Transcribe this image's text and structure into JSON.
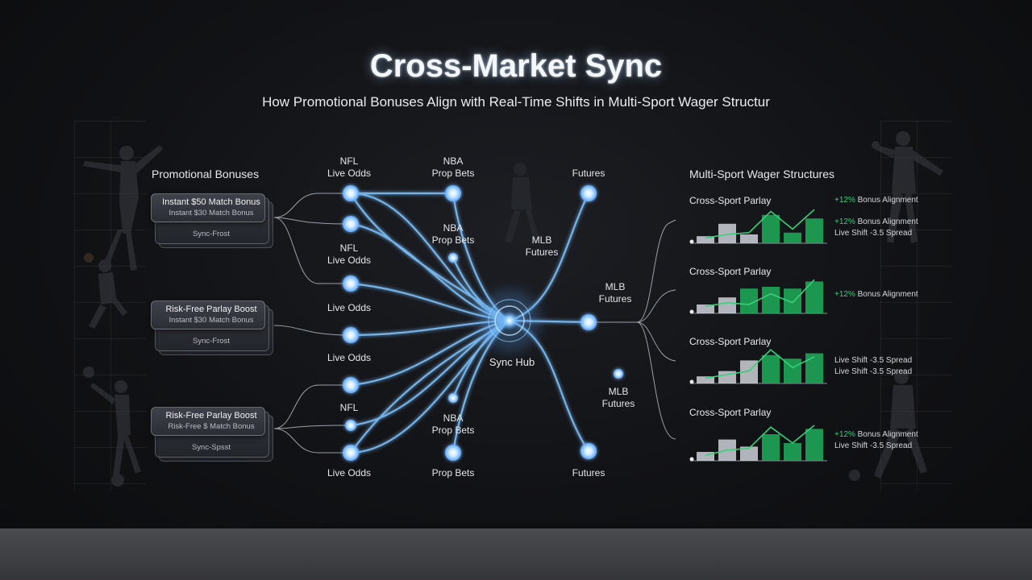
{
  "header": {
    "title": "Cross-Market Sync",
    "subtitle": "How Promotional Bonuses Align with Real-Time Shifts in Multi-Sport Wager Structur"
  },
  "colors": {
    "background": "#111215",
    "glow_blue": "#7fc4ff",
    "bar_white": "#d9dde3",
    "bar_green": "#1fae5b",
    "accent_green": "#38d07a"
  },
  "promotional_bonuses": {
    "heading": "Promotional Bonuses",
    "cards": [
      {
        "title": "Instant $50 Match Bonus",
        "line2": "Instant $30 Match Bonus",
        "line3": "Sync-Frost"
      },
      {
        "title": "Risk-Free Parlay Boost",
        "line2": "Instant $30 Match Bonus",
        "line3": "Sync-Frost"
      },
      {
        "title": "Risk-Free Parlay Boost",
        "line2": "Risk-Free $ Match Bonus",
        "line3": "Sync-Spsst"
      }
    ]
  },
  "market_nodes": {
    "nfl_live_odds_top": "NFL\nLive Odds",
    "nfl_live_odds_mid": "NFL\nLive Odds",
    "live_odds_1": "Live Odds",
    "live_odds_2": "Live Odds",
    "nfl_lower": "NFL",
    "live_odds_bottom": "Live Odds",
    "nba_prop_bets_top": "NBA\nProp Bets",
    "nba_prop_bets_mid": "NBA\nProp Bets",
    "nba_prop_bets_lower": "NBA\nProp Bets",
    "prop_bets_bottom": "Prop Bets",
    "futures_top": "Futures",
    "mlb_futures_upper": "MLB\nFutures",
    "mlb_futures_mid": "MLB\nFutures",
    "mlb_futures_lower": "MLB\nFutures",
    "futures_bottom": "Futures",
    "sync_hub": "Sync Hub"
  },
  "wager_structures": {
    "heading": "Multi-Sport Wager Structures",
    "panels": [
      {
        "title": "Cross-Sport Parlay",
        "annotations": [
          {
            "pct": "+12%",
            "rest": " Bonus Alignment"
          },
          {
            "pct": "+12%",
            "rest": " Bonus Alignment"
          },
          {
            "pct": "",
            "rest": "Live Shift -3.5 Spread"
          }
        ],
        "bars": [
          0.2,
          0.55,
          0.25,
          0.8,
          0.3,
          0.7
        ],
        "bar_colors": [
          "white",
          "white",
          "white",
          "green",
          "green",
          "green"
        ],
        "line": [
          0.15,
          0.25,
          0.3,
          0.9,
          0.4,
          0.95
        ]
      },
      {
        "title": "Cross-Sport Parlay",
        "annotations": [
          {
            "pct": "+12%",
            "rest": " Bonus Alignment"
          }
        ],
        "bars": [
          0.25,
          0.45,
          0.7,
          0.75,
          0.7,
          0.9
        ],
        "bar_colors": [
          "white",
          "white",
          "green",
          "green",
          "green",
          "green"
        ],
        "line": [
          0.2,
          0.3,
          0.25,
          0.55,
          0.3,
          0.95
        ]
      },
      {
        "title": "Cross-Sport Parlay",
        "annotations": [
          {
            "pct": "",
            "rest": "Live Shift -3.5 Spread"
          },
          {
            "pct": "",
            "rest": "Live Shift -3.5 Spread"
          }
        ],
        "bars": [
          0.2,
          0.35,
          0.65,
          0.8,
          0.7,
          0.85
        ],
        "bar_colors": [
          "white",
          "white",
          "white",
          "green",
          "green",
          "green"
        ],
        "line": [
          0.15,
          0.25,
          0.35,
          0.95,
          0.45,
          0.75
        ]
      },
      {
        "title": "Cross-Sport Parlay",
        "annotations": [
          {
            "pct": "+12%",
            "rest": " Bonus Alignment"
          },
          {
            "pct": "",
            "rest": "Live Shift -3.5 Spread"
          }
        ],
        "bars": [
          0.25,
          0.6,
          0.4,
          0.75,
          0.5,
          0.9
        ],
        "bar_colors": [
          "white",
          "white",
          "white",
          "green",
          "green",
          "green"
        ],
        "line": [
          0.15,
          0.3,
          0.35,
          0.95,
          0.5,
          1.0
        ]
      }
    ]
  }
}
